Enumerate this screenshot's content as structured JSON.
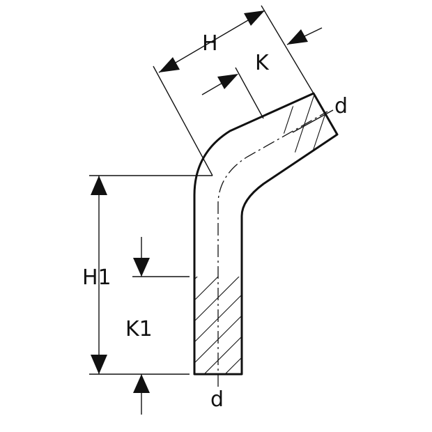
{
  "labels": {
    "H": "H",
    "K": "K",
    "d_top": "d",
    "H1": "H1",
    "K1": "K1",
    "d_bottom": "d"
  }
}
